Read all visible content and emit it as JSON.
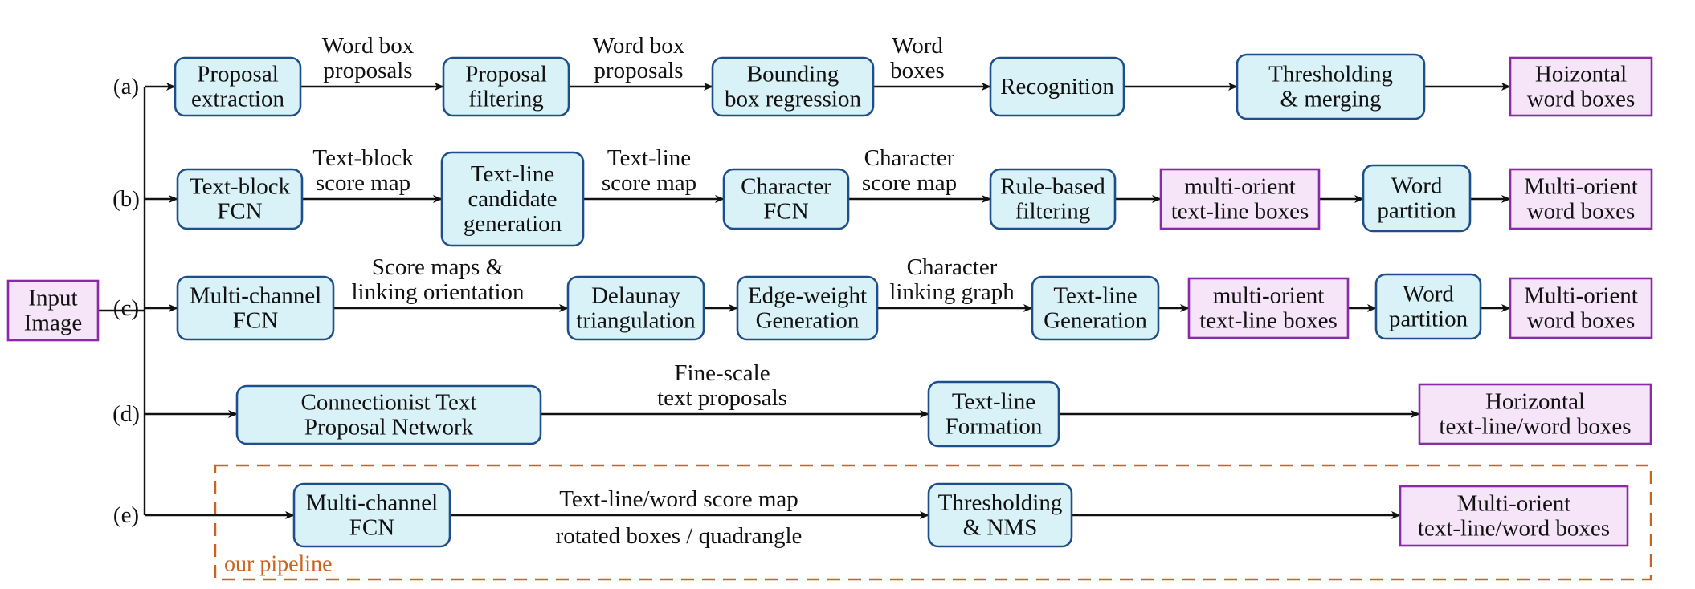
{
  "colors": {
    "process_fill": "#d8f2f7",
    "process_stroke": "#1f4f8a",
    "output_fill": "#f6e4f8",
    "output_stroke": "#8a2aa8",
    "line": "#111111",
    "pipeline_accent": "#c8641f"
  },
  "input": {
    "label": [
      "Input",
      "Image"
    ]
  },
  "rows": [
    {
      "id": "a",
      "label": "(a)",
      "nodes": [
        {
          "id": "a-proposal-extraction",
          "label": [
            "Proposal",
            "extraction"
          ],
          "kind": "process"
        },
        {
          "id": "a-proposal-filtering",
          "label": [
            "Proposal",
            "filtering"
          ],
          "kind": "process"
        },
        {
          "id": "a-bbox-regression",
          "label": [
            "Bounding",
            "box regression"
          ],
          "kind": "process"
        },
        {
          "id": "a-recognition",
          "label": [
            "Recognition"
          ],
          "kind": "process"
        },
        {
          "id": "a-thresholding-merging",
          "label": [
            "Thresholding",
            "& merging"
          ],
          "kind": "process"
        },
        {
          "id": "a-output",
          "label": [
            "Hoizontal",
            "word boxes"
          ],
          "kind": "output"
        }
      ],
      "edges": [
        {
          "from": 0,
          "to": 1,
          "label": [
            "Word box",
            "proposals"
          ]
        },
        {
          "from": 1,
          "to": 2,
          "label": [
            "Word box",
            "proposals"
          ]
        },
        {
          "from": 2,
          "to": 3,
          "label": [
            "Word",
            "boxes"
          ]
        },
        {
          "from": 3,
          "to": 4,
          "label": []
        },
        {
          "from": 4,
          "to": 5,
          "label": []
        }
      ]
    },
    {
      "id": "b",
      "label": "(b)",
      "nodes": [
        {
          "id": "b-text-block-fcn",
          "label": [
            "Text-block",
            "FCN"
          ],
          "kind": "process"
        },
        {
          "id": "b-text-line-candidate",
          "label": [
            "Text-line",
            "candidate",
            "generation"
          ],
          "kind": "process"
        },
        {
          "id": "b-character-fcn",
          "label": [
            "Character",
            "FCN"
          ],
          "kind": "process"
        },
        {
          "id": "b-rule-based-filtering",
          "label": [
            "Rule-based",
            "filtering"
          ],
          "kind": "process"
        },
        {
          "id": "b-multi-orient-text-line",
          "label": [
            "multi-orient",
            "text-line boxes"
          ],
          "kind": "output"
        },
        {
          "id": "b-word-partition",
          "label": [
            "Word",
            "partition"
          ],
          "kind": "process"
        },
        {
          "id": "b-output",
          "label": [
            "Multi-orient",
            "word boxes"
          ],
          "kind": "output"
        }
      ],
      "edges": [
        {
          "from": 0,
          "to": 1,
          "label": [
            "Text-block",
            "score map"
          ]
        },
        {
          "from": 1,
          "to": 2,
          "label": [
            "Text-line",
            "score map"
          ]
        },
        {
          "from": 2,
          "to": 3,
          "label": [
            "Character",
            "score map"
          ]
        },
        {
          "from": 3,
          "to": 4,
          "label": []
        },
        {
          "from": 4,
          "to": 5,
          "label": []
        },
        {
          "from": 5,
          "to": 6,
          "label": []
        }
      ]
    },
    {
      "id": "c",
      "label": "(c)",
      "nodes": [
        {
          "id": "c-multi-channel-fcn",
          "label": [
            "Multi-channel",
            "FCN"
          ],
          "kind": "process"
        },
        {
          "id": "c-delaunay",
          "label": [
            "Delaunay",
            "triangulation"
          ],
          "kind": "process"
        },
        {
          "id": "c-edge-weight",
          "label": [
            "Edge-weight",
            "Generation"
          ],
          "kind": "process"
        },
        {
          "id": "c-text-line-generation",
          "label": [
            "Text-line",
            "Generation"
          ],
          "kind": "process"
        },
        {
          "id": "c-multi-orient-text-line",
          "label": [
            "multi-orient",
            "text-line boxes"
          ],
          "kind": "output"
        },
        {
          "id": "c-word-partition",
          "label": [
            "Word",
            "partition"
          ],
          "kind": "process"
        },
        {
          "id": "c-output",
          "label": [
            "Multi-orient",
            "word boxes"
          ],
          "kind": "output"
        }
      ],
      "edges": [
        {
          "from": 0,
          "to": 1,
          "label": [
            "Score maps &",
            "linking orientation"
          ]
        },
        {
          "from": 1,
          "to": 2,
          "label": []
        },
        {
          "from": 2,
          "to": 3,
          "label": [
            "Character",
            "linking graph"
          ]
        },
        {
          "from": 3,
          "to": 4,
          "label": []
        },
        {
          "from": 4,
          "to": 5,
          "label": []
        },
        {
          "from": 5,
          "to": 6,
          "label": []
        }
      ]
    },
    {
      "id": "d",
      "label": "(d)",
      "nodes": [
        {
          "id": "d-ctpn",
          "label": [
            "Connectionist Text",
            "Proposal Network"
          ],
          "kind": "process"
        },
        {
          "id": "d-text-line-formation",
          "label": [
            "Text-line",
            "Formation"
          ],
          "kind": "process"
        },
        {
          "id": "d-output",
          "label": [
            "Horizontal",
            "text-line/word boxes"
          ],
          "kind": "output"
        }
      ],
      "edges": [
        {
          "from": 0,
          "to": 1,
          "label": [
            "Fine-scale",
            "text proposals"
          ]
        },
        {
          "from": 1,
          "to": 2,
          "label": []
        }
      ]
    },
    {
      "id": "e",
      "label": "(e)",
      "nodes": [
        {
          "id": "e-multi-channel-fcn",
          "label": [
            "Multi-channel",
            "FCN"
          ],
          "kind": "process"
        },
        {
          "id": "e-thresholding-nms",
          "label": [
            "Thresholding",
            "& NMS"
          ],
          "kind": "process"
        },
        {
          "id": "e-output",
          "label": [
            "Multi-orient",
            "text-line/word boxes"
          ],
          "kind": "output"
        }
      ],
      "edges": [
        {
          "from": 0,
          "to": 1,
          "label": [
            "Text-line/word score map"
          ],
          "below": [
            "rotated boxes / quadrangle"
          ]
        },
        {
          "from": 1,
          "to": 2,
          "label": []
        }
      ]
    }
  ],
  "pipeline": {
    "label": "our pipeline"
  }
}
